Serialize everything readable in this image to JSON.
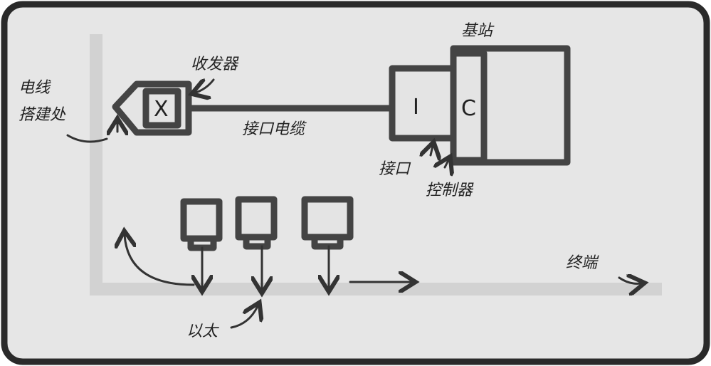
{
  "labels": {
    "base_station": "基站",
    "transceiver": "收发器",
    "cable_site_line1": "电线",
    "cable_site_line2": "搭建处",
    "interface_cable": "接口电缆",
    "interface": "接口",
    "controller": "控制器",
    "ethernet": "以太",
    "terminator": "终端"
  },
  "symbols": {
    "transceiver_mark": "X",
    "interface_mark": "I",
    "controller_mark": "C"
  },
  "colors": {
    "ink": "#444444",
    "ethernet_bus": "#d2d2d2",
    "paper": "#e4e4e4"
  }
}
